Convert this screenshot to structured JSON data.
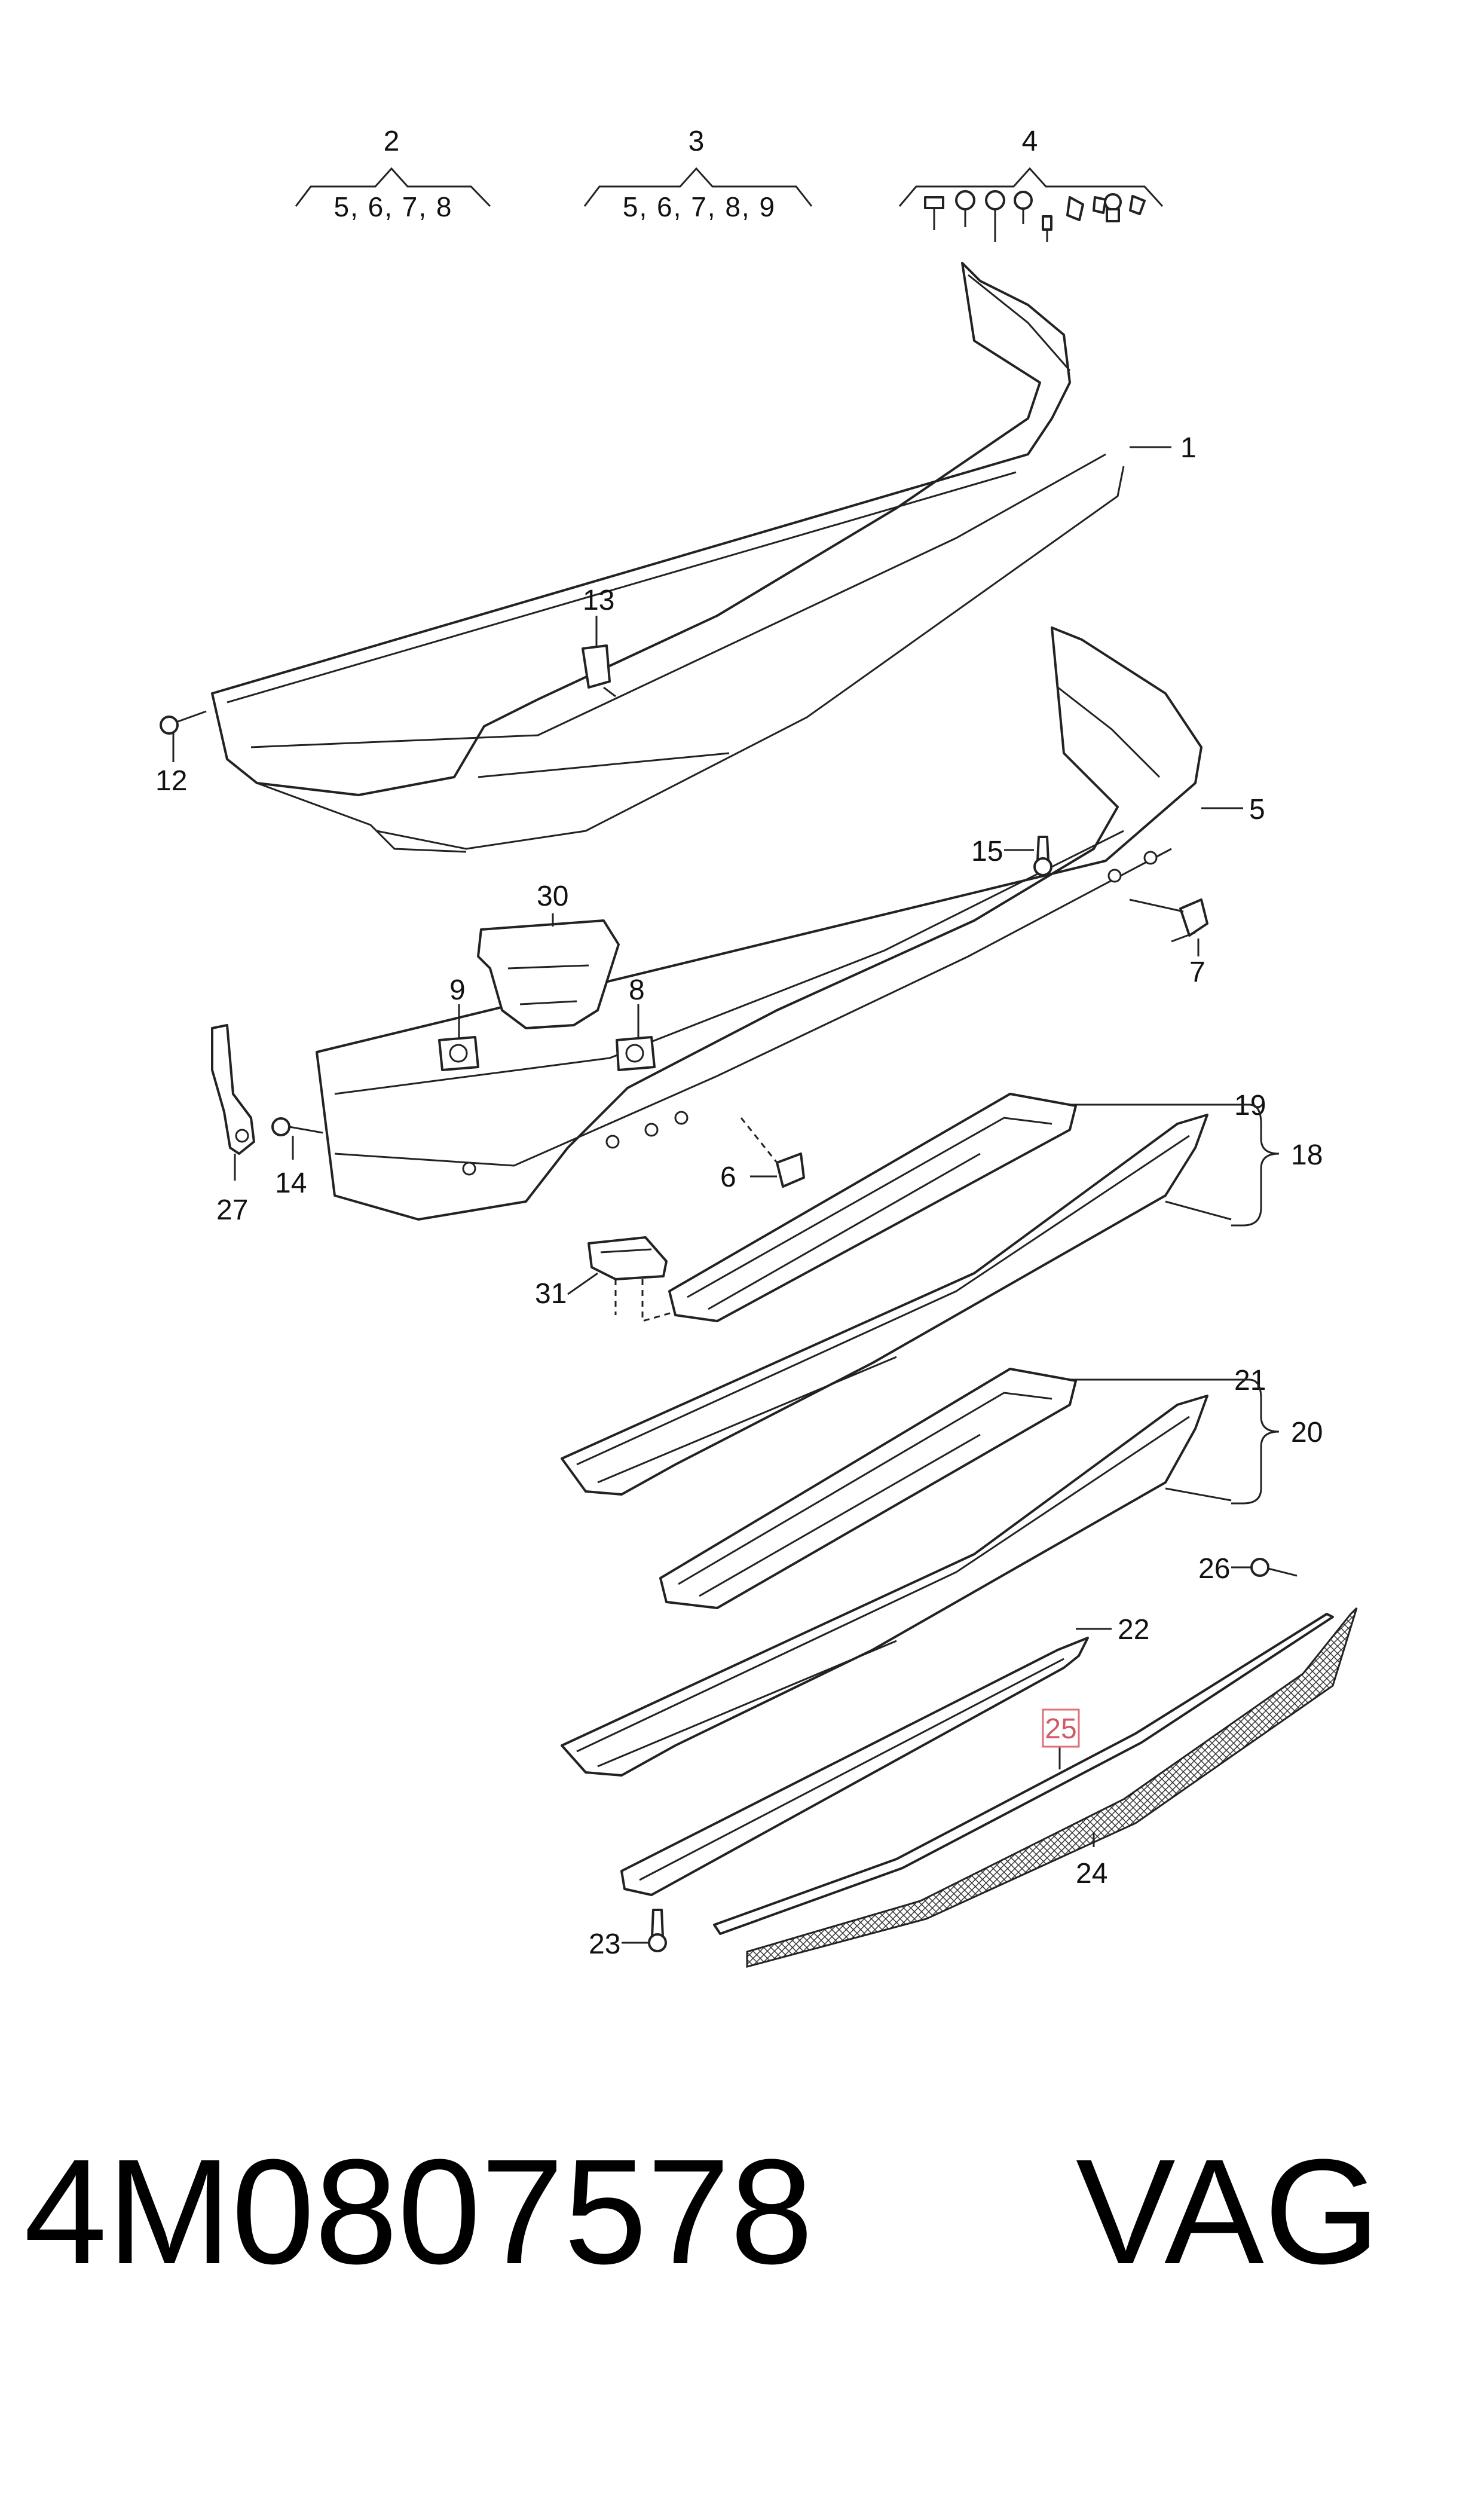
{
  "groups": [
    {
      "id": "2",
      "members": "5, 6, 7, 8"
    },
    {
      "id": "3",
      "members": "5, 6, 7, 8, 9"
    },
    {
      "id": "4",
      "members": ""
    }
  ],
  "callouts": {
    "c1": "1",
    "c5": "5",
    "c6": "6",
    "c7": "7",
    "c8": "8",
    "c9": "9",
    "c12": "12",
    "c13": "13",
    "c14": "14",
    "c15": "15",
    "c18": "18",
    "c19": "19",
    "c20": "20",
    "c21": "21",
    "c22": "22",
    "c23": "23",
    "c24": "24",
    "c25": "25",
    "c26": "26",
    "c27": "27",
    "c30": "30",
    "c31": "31"
  },
  "highlight": {
    "label": "25",
    "color": "#e0707a"
  },
  "caption": {
    "part_number": "4M0807578",
    "brand": "VAG"
  }
}
